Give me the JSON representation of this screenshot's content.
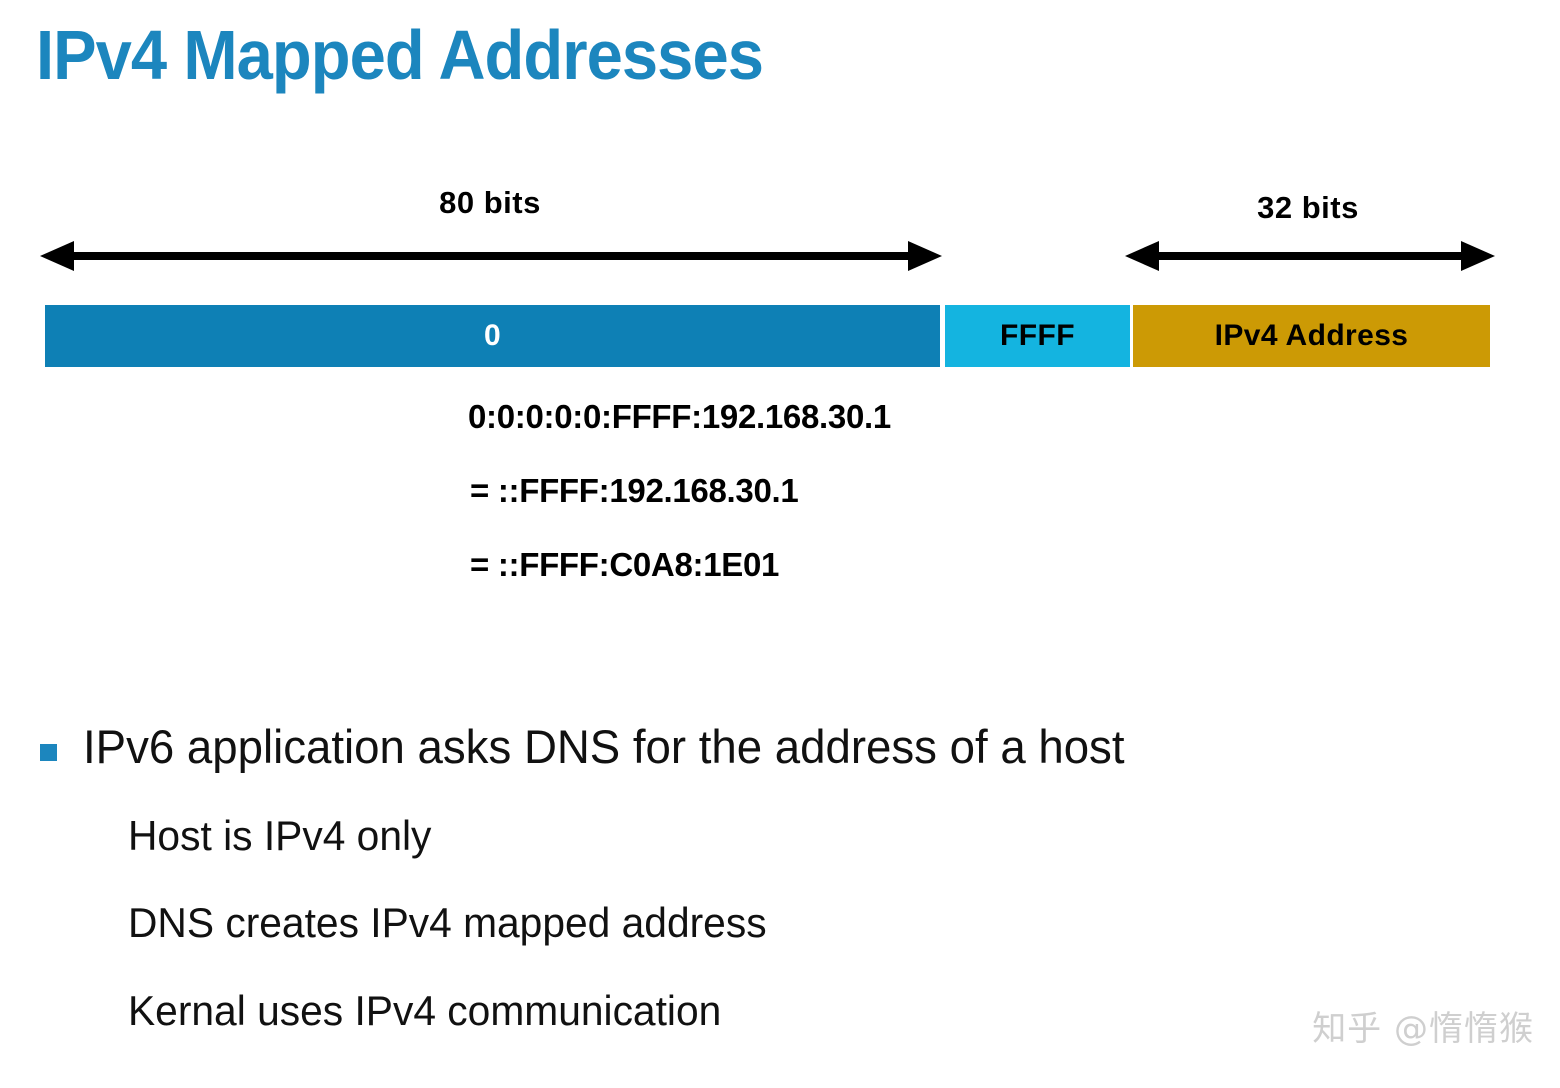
{
  "slide": {
    "title": "IPv4 Mapped Addresses",
    "title_color": "#1C86BE"
  },
  "diagram": {
    "measures": [
      {
        "name": "left-span",
        "label": "80 bits"
      },
      {
        "name": "right-span",
        "label": "32 bits"
      }
    ],
    "segments": [
      {
        "name": "zero-prefix",
        "label": "0",
        "color": "#0E80B5",
        "text_color": "#FFFFFF",
        "bits": 80
      },
      {
        "name": "ffff-marker",
        "label": "FFFF",
        "color": "#14B4E0",
        "text_color": "#000000",
        "bits": 16
      },
      {
        "name": "ipv4-address",
        "label": "IPv4 Address",
        "color": "#CC9A05",
        "text_color": "#000000",
        "bits": 32
      }
    ],
    "notations": [
      "0:0:0:0:0:FFFF:192.168.30.1",
      "= ::FFFF:192.168.30.1",
      "= ::FFFF:C0A8:1E01"
    ]
  },
  "bullets": {
    "marker_color": "#1C86BE",
    "main": "IPv6 application asks DNS for the address of a host",
    "sub": [
      "Host is IPv4 only",
      "DNS creates IPv4 mapped address",
      "Kernal uses IPv4 communication"
    ]
  },
  "watermark": {
    "text": "知乎 @惰惰猴"
  }
}
